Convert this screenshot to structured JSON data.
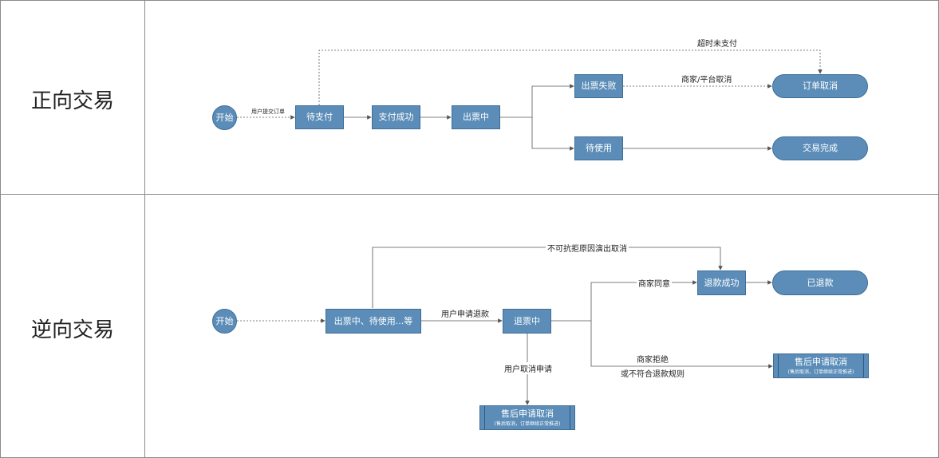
{
  "lanes": {
    "forward": "正向交易",
    "reverse": "逆向交易"
  },
  "forward": {
    "start": "开始",
    "pending_pay": "待支付",
    "pay_success": "支付成功",
    "ticketing": "出票中",
    "ticket_failed": "出票失败",
    "to_use": "待使用",
    "order_cancel": "订单取消",
    "trade_done": "交易完成",
    "edge_submit": "用户提交订单",
    "edge_timeout": "超时未支付",
    "edge_merchant_cancel": "商家/平台取消"
  },
  "reverse": {
    "start": "开始",
    "in_progress": "出票中、待使用...等",
    "refunding": "退票中",
    "refund_success": "退款成功",
    "refunded": "已退款",
    "after_sale_cancel_right": {
      "title": "售后申请取消",
      "note": "(售后取消，订单继续正常推进)"
    },
    "after_sale_cancel_bottom": {
      "title": "售后申请取消",
      "note": "(售后取消，订单继续正常推进)"
    },
    "edge_force_majeure": "不可抗拒原因演出取消",
    "edge_apply_refund": "用户申请退款",
    "edge_merchant_agree": "商家同意",
    "edge_merchant_reject_1": "商家拒绝",
    "edge_merchant_reject_2": "或不符合退款规则",
    "edge_user_cancel": "用户取消申请"
  },
  "colors": {
    "node_fill": "#5b8db8",
    "node_border": "#3f6e96",
    "edge": "#555555"
  }
}
